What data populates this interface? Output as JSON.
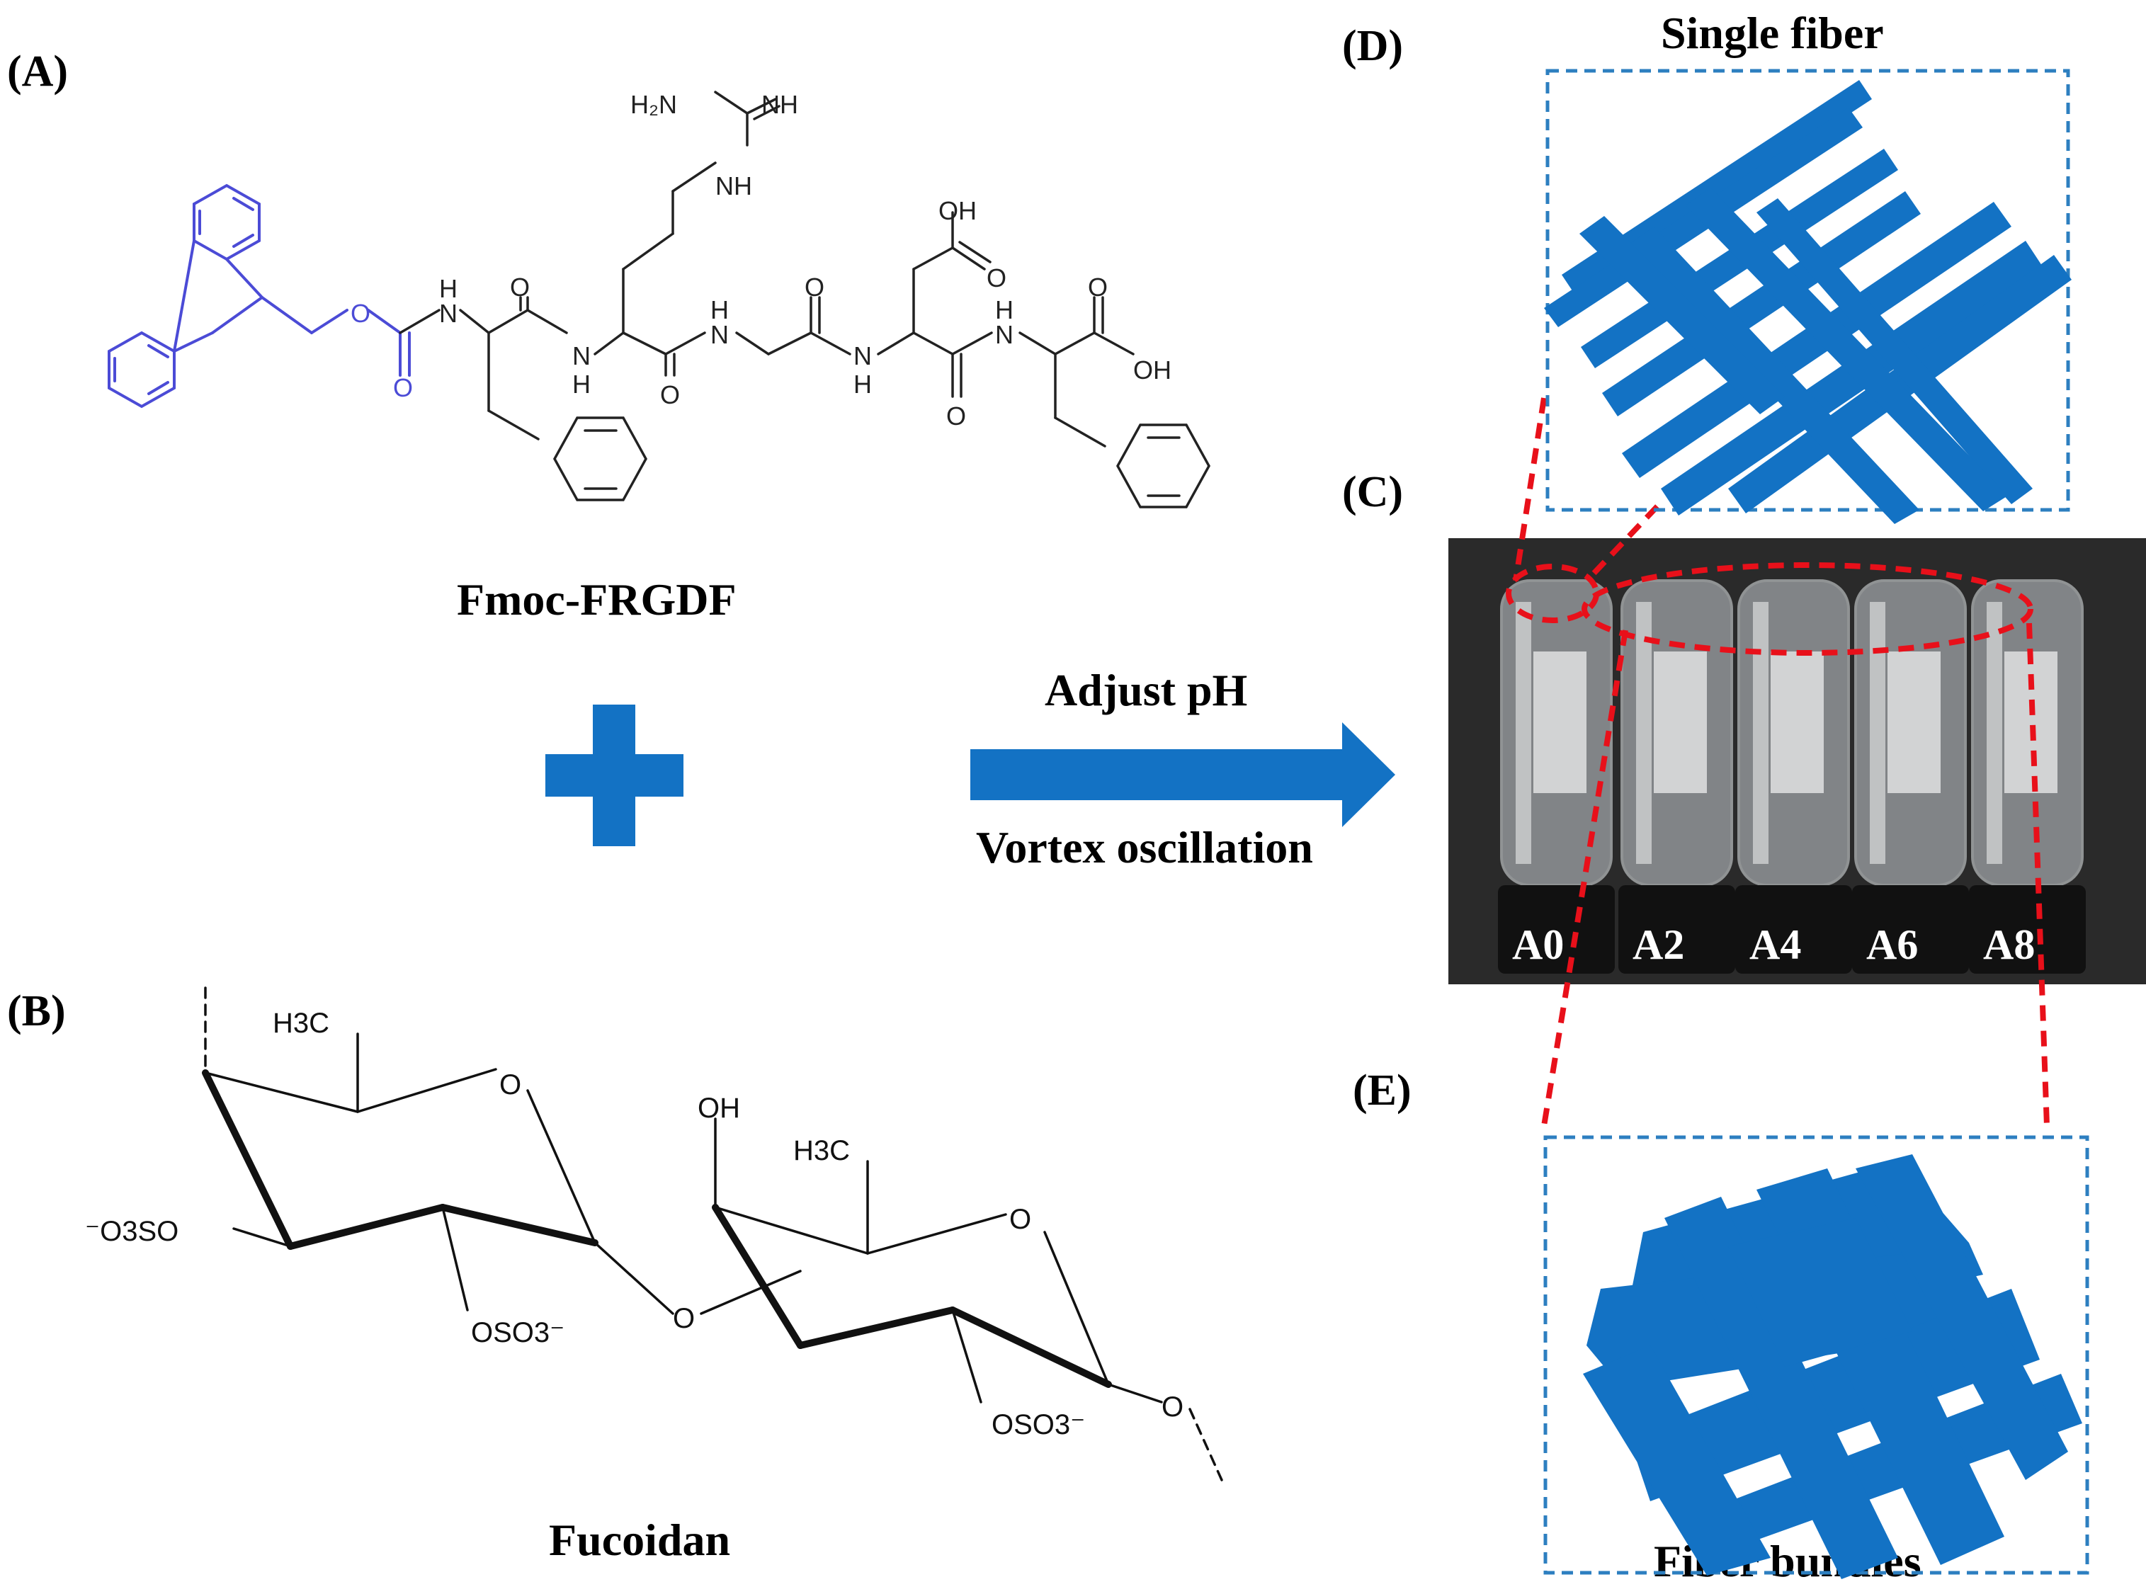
{
  "panels": {
    "a": "(A)",
    "b": "(B)",
    "c": "(C)",
    "d": "(D)",
    "e": "(E)"
  },
  "captions": {
    "peptide": "Fmoc-FRGDF",
    "polysaccharide": "Fucoidan",
    "single_fiber": "Single fiber",
    "fiber_bundles": "Fiber bundles"
  },
  "arrow": {
    "top_text": "Adjust pH",
    "bottom_text": "Vortex oscillation"
  },
  "atoms_peptide": {
    "h2n": "H₂N",
    "nh_imine": "NH",
    "nh_guan": "NH",
    "oh_acid_top": "OH",
    "oh_terminal": "OH",
    "o_carb_upper": "O",
    "o_carb_lower": "O",
    "o_phe1": "O",
    "o_arg": "O",
    "o_gly": "O",
    "o_asp": "O",
    "o_asp_side": "O",
    "o_phe2": "O",
    "n_phe1": "N",
    "h_phe1": "H",
    "n_arg": "N",
    "h_arg": "H",
    "n_gly": "N",
    "h_gly": "H",
    "n_asp": "N",
    "h_asp": "H",
    "n_phe2": "N",
    "h_phe2": "H"
  },
  "atoms_fucoidan": {
    "h3c_1": "H3C",
    "h3c_2": "H3C",
    "ring_o_1": "O",
    "ring_o_2": "O",
    "o3so": "⁻O3SO",
    "oso3_1": "OSO3⁻",
    "oso3_2": "OSO3⁻",
    "oh": "OH",
    "link_o": "O",
    "end_o": "O"
  },
  "vials": [
    "A0",
    "A2",
    "A4",
    "A6",
    "A8"
  ],
  "colors": {
    "fmoc": "#4b4bd6",
    "accent_blue": "#1372c4",
    "dashed_box": "#2d7fc0",
    "highlight_red": "#e8101a",
    "photo_bg": "#2a2a2a"
  }
}
